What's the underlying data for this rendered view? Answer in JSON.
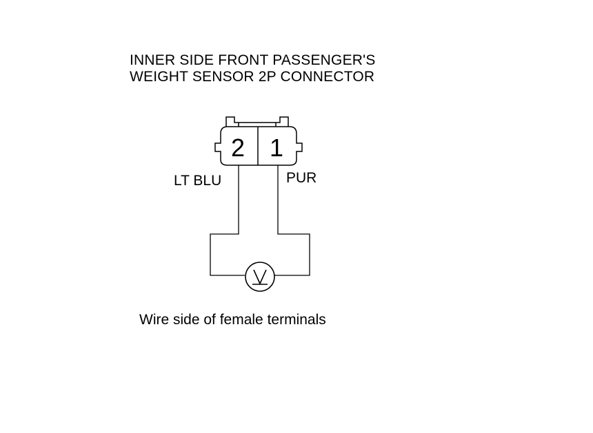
{
  "title": {
    "line1": "INNER SIDE FRONT PASSENGER'S",
    "line2": "WEIGHT SENSOR 2P CONNECTOR"
  },
  "connector": {
    "pins": [
      {
        "number": "2",
        "wire_color": "LT BLU"
      },
      {
        "number": "1",
        "wire_color": "PUR"
      }
    ]
  },
  "meter": {
    "symbol": "V",
    "icon": "voltmeter-icon"
  },
  "caption": "Wire side of female terminals"
}
